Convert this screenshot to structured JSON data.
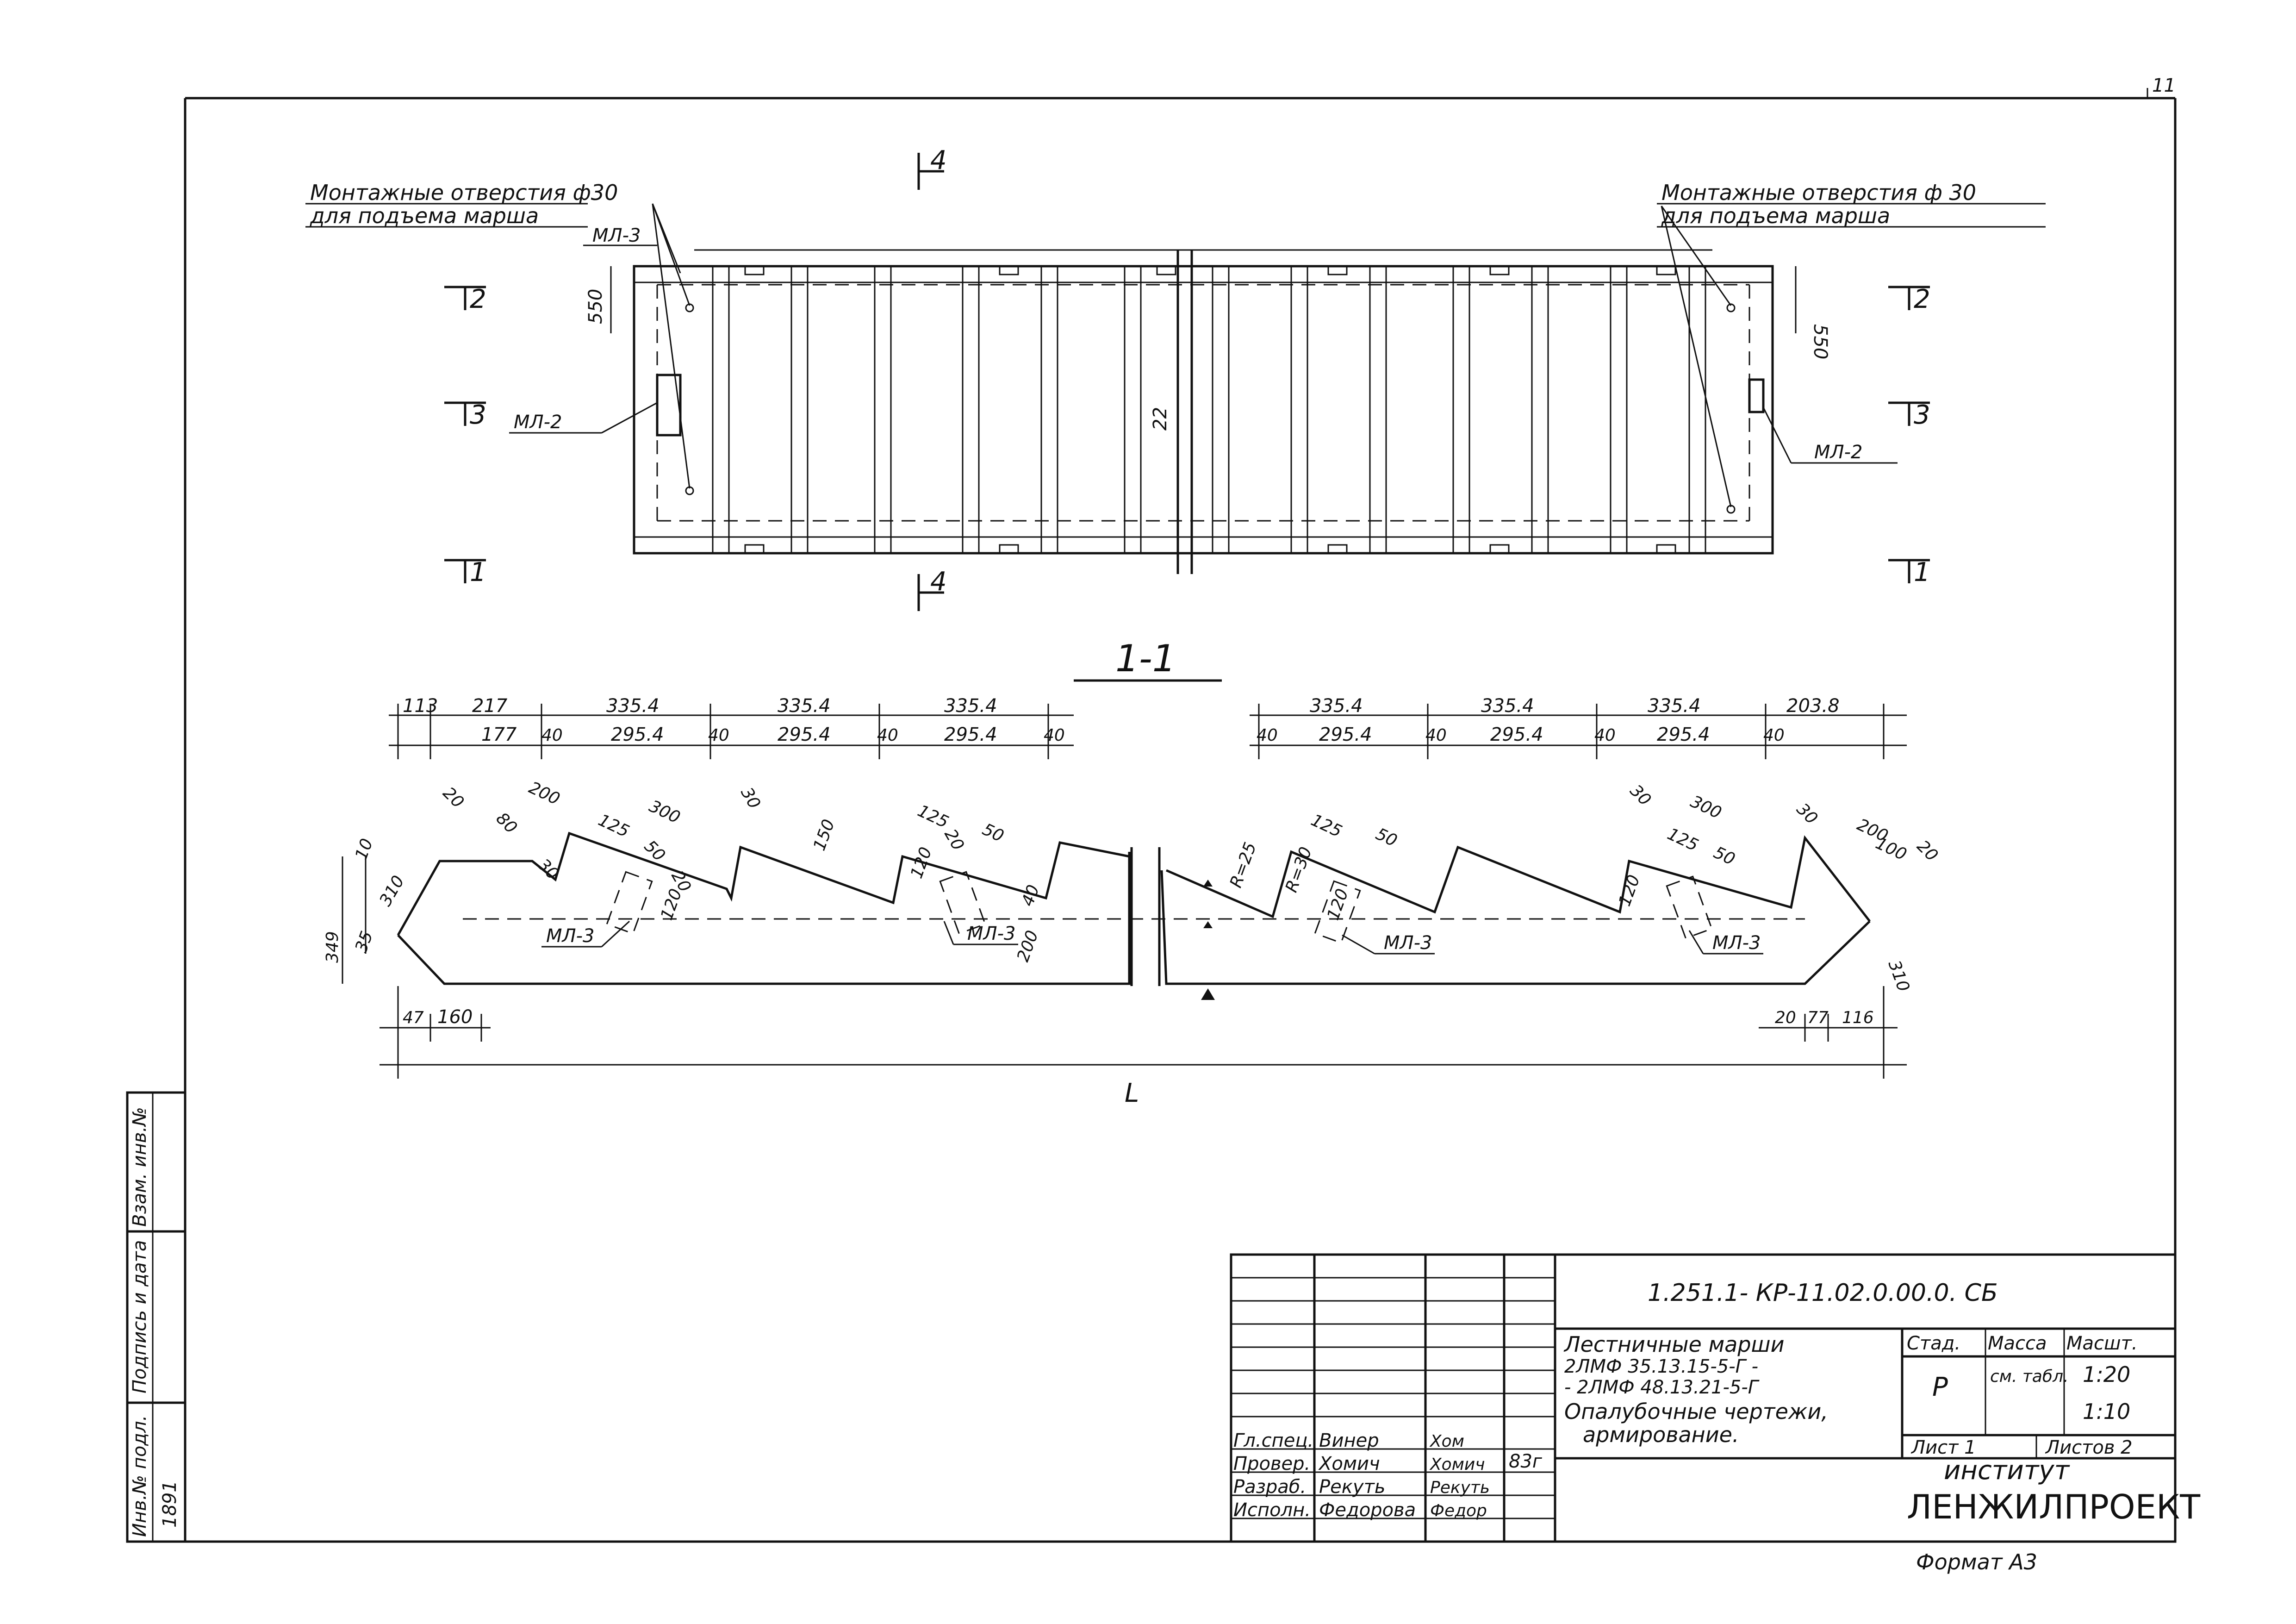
{
  "sheet": {
    "corner_number": "11",
    "format_label": "Формат А3"
  },
  "plan": {
    "mount_holes_left": [
      "Монтажные отверстия ф30",
      "для подъема марша"
    ],
    "mount_holes_right": [
      "Монтажные отверстия ф 30",
      "для подъема марша"
    ],
    "ml3": "МЛ-3",
    "ml2_left": "МЛ-2",
    "ml2_right": "МЛ-2",
    "dim_550_left": "550",
    "dim_550_right": "550",
    "center_mark": "22",
    "section_marks_left": [
      "2",
      "3",
      "1"
    ],
    "section_marks_right": [
      "2",
      "3",
      "1"
    ],
    "section_4_top": "4",
    "section_4_bottom": "4"
  },
  "section": {
    "title": "1-1",
    "left_top_dims": [
      "113",
      "217",
      "335.4",
      "335.4",
      "335.4"
    ],
    "left_bottom_dims": [
      "177",
      "40",
      "295.4",
      "40",
      "295.4",
      "40",
      "295.4",
      "40"
    ],
    "right_top_dims": [
      "335.4",
      "335.4",
      "335.4",
      "203.8"
    ],
    "right_bottom_dims": [
      "40",
      "295.4",
      "40",
      "295.4",
      "40",
      "295.4",
      "40"
    ],
    "left_detail": [
      "20",
      "80",
      "200",
      "125",
      "300",
      "30",
      "150",
      "125",
      "50",
      "20",
      "50",
      "30",
      "20",
      "120",
      "120",
      "40",
      "200",
      "310",
      "35",
      "10",
      "349"
    ],
    "right_detail": [
      "125",
      "50",
      "R=25",
      "R=30",
      "120",
      "30",
      "300",
      "125",
      "50",
      "30",
      "200",
      "20",
      "100",
      "120",
      "310"
    ],
    "ml3_labels": [
      "МЛ-3",
      "МЛ-3",
      "МЛ-3",
      "МЛ-3"
    ],
    "bottom_left_dims": [
      "47",
      "160"
    ],
    "bottom_right_dims": [
      "20",
      "77",
      "116"
    ],
    "length_label": "L"
  },
  "side_stamp": {
    "labels": [
      "Инв.№ подл.",
      "Подпись и дата",
      "Взам. инв.№"
    ],
    "number": "1891"
  },
  "title_block": {
    "code": "1.251.1- КР-11.02.0.00.0. СБ",
    "title_lines": [
      "Лестничные марши",
      "2ЛМФ 35.13.15-5-Г -",
      "- 2ЛМФ 48.13.21-5-Г",
      "Опалубочные чертежи,",
      "армирование."
    ],
    "stage_header": "Стад.",
    "mass_header": "Масса",
    "scale_header": "Масшт.",
    "stage": "Р",
    "mass": "см. табл.",
    "scale_1": "1:20",
    "scale_2": "1:10",
    "sheet": "Лист 1",
    "sheets": "Листов 2",
    "institute": "институт",
    "org": "ЛЕНЖИЛПРОЕКТ",
    "year": "83г",
    "roles": [
      "Гл.спец.",
      "Провер.",
      "Разраб.",
      "Исполн."
    ],
    "names": [
      "Винер",
      "Хомич",
      "Рекуть",
      "Федорова"
    ],
    "signatures": [
      "Хом",
      "Хомич",
      "Рекуть",
      "Федор"
    ]
  }
}
